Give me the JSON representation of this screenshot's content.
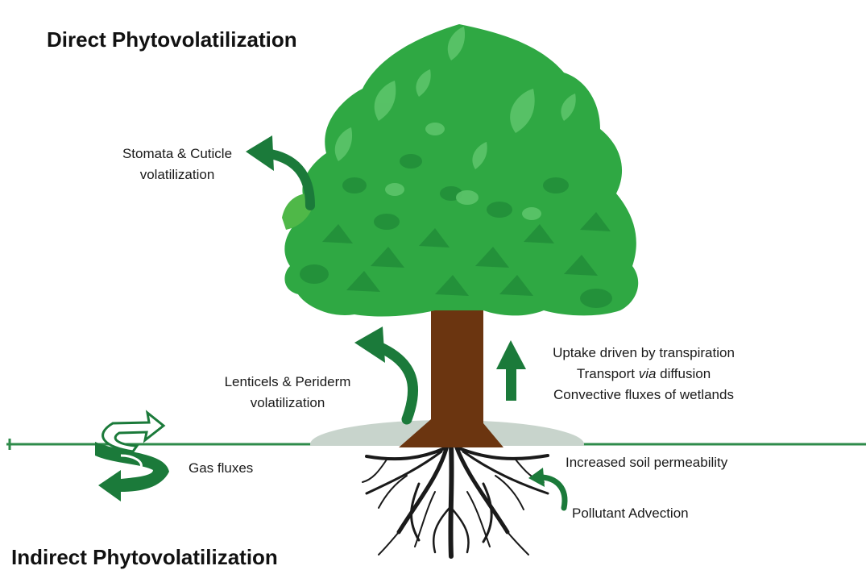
{
  "titles": {
    "direct": "Direct Phytovolatilization",
    "indirect": "Indirect Phytovolatilization"
  },
  "labels": {
    "stomata": [
      "Stomata & Cuticle",
      "volatilization"
    ],
    "lenticels": [
      "Lenticels & Periderm",
      "volatilization"
    ],
    "uptake": {
      "line1": "Uptake driven by transpiration",
      "line2_pre": "Transport ",
      "line2_italic": "via",
      "line2_post": " diffusion",
      "line3": "Convective fluxes of wetlands"
    },
    "gas_fluxes": "Gas fluxes",
    "soil_permeability": "Increased soil permeability",
    "pollutant_advection": "Pollutant Advection"
  },
  "colors": {
    "arrow_green": "#1b7a3a",
    "ground_line": "#2e8b4a",
    "canopy": "#2fa843",
    "canopy_dark": "#23913a",
    "canopy_light": "#5cc46a",
    "trunk": "#6b3510",
    "roots": "#1a1a1a",
    "soil_patch": "#c8d4cc"
  }
}
